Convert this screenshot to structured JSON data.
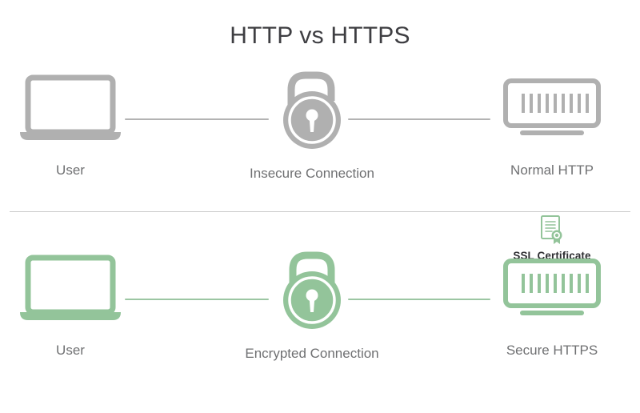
{
  "page": {
    "title": "HTTP vs HTTPS",
    "background_color": "#ffffff"
  },
  "colors": {
    "insecure_gray": "#b0b0b0",
    "secure_green": "#93c49a",
    "title_text": "#3e3e42",
    "label_text": "#6f7072",
    "badge_text": "#2f2f33",
    "divider": "#c9c9c9"
  },
  "rows": {
    "http": {
      "name": "insecure-http-row",
      "accent_color": "#b0b0b0",
      "user": {
        "label": "User",
        "icon": "laptop-icon"
      },
      "connection": {
        "label": "Insecure Connection",
        "icon": "unlocked-padlock-icon",
        "state": "unlocked"
      },
      "server": {
        "label": "Normal HTTP",
        "icon": "server-icon",
        "bars": 9
      }
    },
    "https": {
      "name": "secure-https-row",
      "accent_color": "#93c49a",
      "user": {
        "label": "User",
        "icon": "laptop-icon"
      },
      "connection": {
        "label": "Encrypted Connection",
        "icon": "locked-padlock-icon",
        "state": "locked"
      },
      "server": {
        "label": "Secure HTTPS",
        "icon": "server-icon",
        "bars": 9
      },
      "certificate": {
        "label": "SSL Certificate",
        "icon": "certificate-icon"
      }
    }
  }
}
